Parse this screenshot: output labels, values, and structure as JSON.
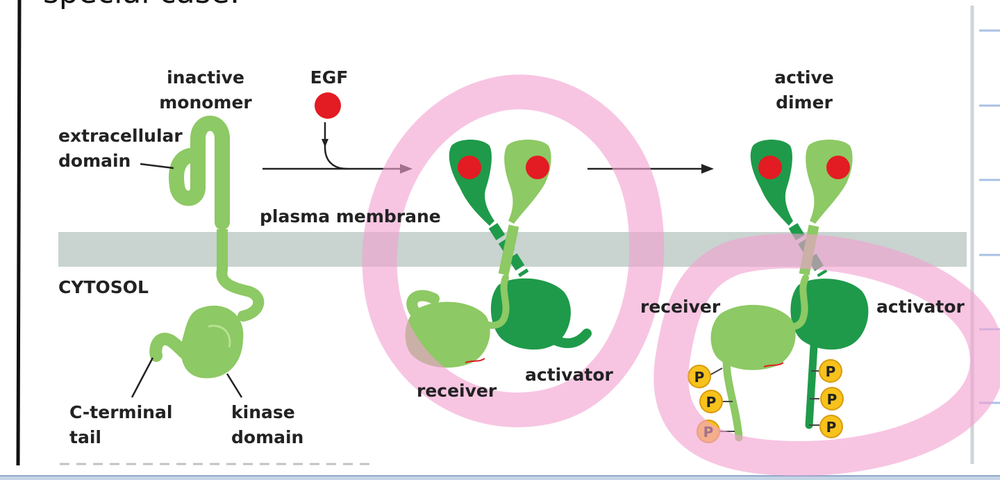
{
  "title_fragment": "special case:",
  "labels": {
    "inactive_monomer_line1": "inactive",
    "inactive_monomer_line2": "monomer",
    "egf": "EGF",
    "active_dimer_line1": "active",
    "active_dimer_line2": "dimer",
    "extracellular_line1": "extracellular",
    "extracellular_line2": "domain",
    "plasma_membrane": "plasma membrane",
    "cytosol": "CYTOSOL",
    "c_terminal_line1": "C-terminal",
    "c_terminal_line2": "tail",
    "kinase_line1": "kinase",
    "kinase_line2": "domain",
    "receiver_middle": "receiver",
    "activator_middle": "activator",
    "receiver_right": "receiver",
    "activator_right": "activator",
    "phosphate": "P"
  },
  "colors": {
    "membrane": "#c9d3cf",
    "light_green": "#8dc964",
    "dark_green": "#1f9a4a",
    "egf_red": "#e31b23",
    "phosphate_yellow": "#f7c21b",
    "highlight_pink": "#f2a2d0",
    "ink": "#111111",
    "note_line_blue": "#a9c1e6"
  }
}
